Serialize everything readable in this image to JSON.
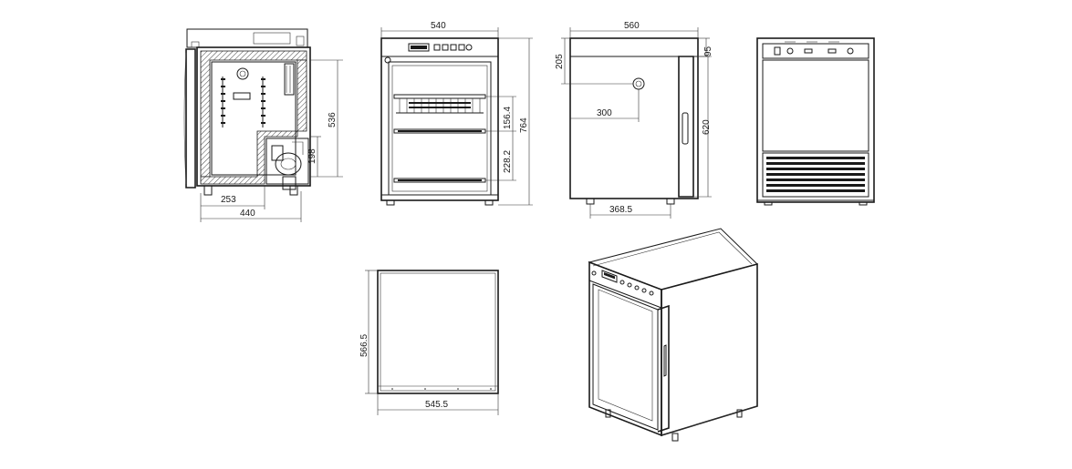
{
  "dimensions": {
    "side_section_depth": "253",
    "side_section_width": "440",
    "side_section_height": "536",
    "side_section_compressor": "198",
    "front_width": "540",
    "front_shelf_gap": "156.4",
    "front_bottom_gap": "228.2",
    "front_height": "764",
    "side_width": "560",
    "side_top_offset": "205",
    "side_top_thickness": "95",
    "side_port_offset": "300",
    "side_door_height": "620",
    "side_feet_span": "368.5",
    "top_depth": "566.5",
    "top_width": "545.5"
  },
  "icons": {
    "front_panel_display": "control-panel-icon",
    "side_port": "cable-port-icon",
    "rear_vent": "ventilation-grille-icon"
  },
  "colors": {
    "line": "#1a1a1a",
    "background": "#ffffff"
  }
}
